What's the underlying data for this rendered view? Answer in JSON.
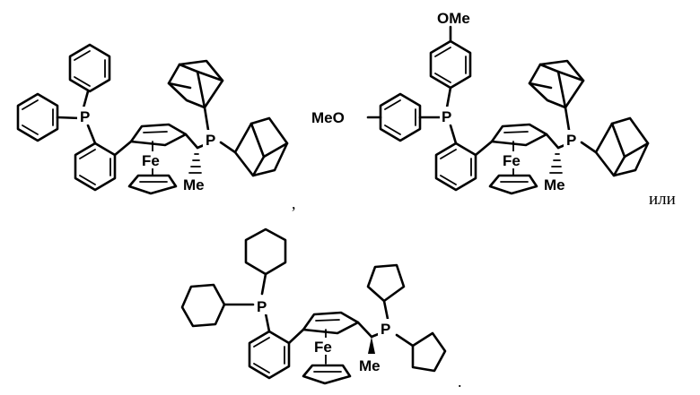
{
  "labels": {
    "p": "P",
    "fe": "Fe",
    "me": "Me",
    "ome": "OMe",
    "meo": "MeO"
  },
  "separator_comma": ",",
  "separator_period": ".",
  "conjunction": "или"
}
